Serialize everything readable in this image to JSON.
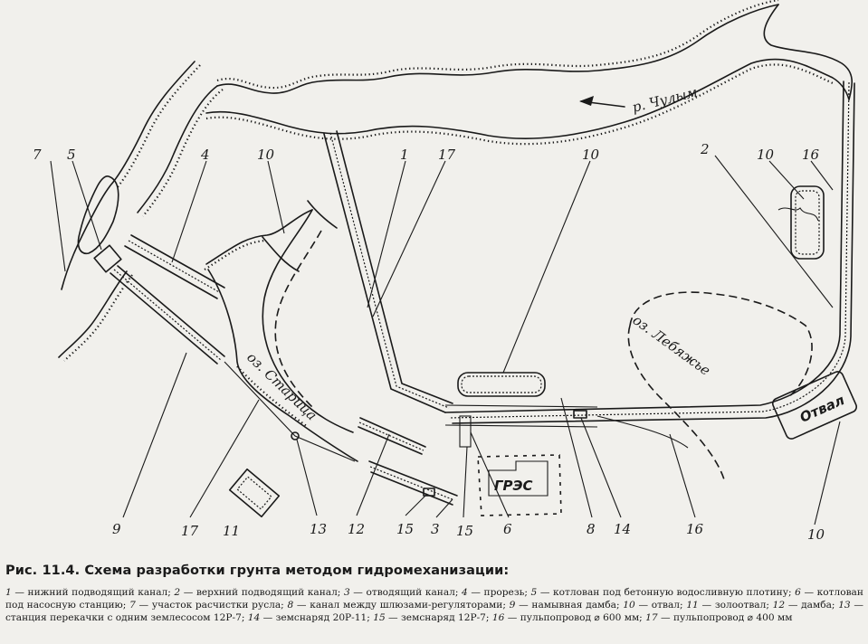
{
  "figure": {
    "labels": {
      "river": "р. Чулым",
      "lake_starica": "оз. Старица",
      "lake_lebyazhe": "оз. Лебяжье",
      "tpp": "ГРЭС",
      "spoil": "Отвал"
    },
    "callouts": {
      "n1": "1",
      "n2": "2",
      "n3": "3",
      "n4": "4",
      "n5": "5",
      "n6": "6",
      "n7": "7",
      "n8": "8",
      "n9": "9",
      "n10a": "10",
      "n10b": "10",
      "n10c": "10",
      "n10d": "10",
      "n11": "11",
      "n12": "12",
      "n13": "13",
      "n14": "14",
      "n15a": "15",
      "n15b": "15",
      "n16a": "16",
      "n16b": "16",
      "n17a": "17",
      "n17b": "17"
    }
  },
  "caption": {
    "prefix": "Рис. 11.4.",
    "text": "Схема разработки грунта методом гидромеханизации:"
  },
  "legend": [
    {
      "num": "1",
      "text": "нижний подводящий канал;"
    },
    {
      "num": "2",
      "text": "верхний подводящий канал;"
    },
    {
      "num": "3",
      "text": "отводящий канал;"
    },
    {
      "num": "4",
      "text": "прорезь;"
    },
    {
      "num": "5",
      "text": "котлован под бетонную водосливную плотину;"
    },
    {
      "num": "6",
      "text": "котлован под насосную станцию;"
    },
    {
      "num": "7",
      "text": "участок расчистки русла;"
    },
    {
      "num": "8",
      "text": "канал между шлюзами-регуляторами;"
    },
    {
      "num": "9",
      "text": "намывная дамба;"
    },
    {
      "num": "10",
      "text": "отвал;"
    },
    {
      "num": "11",
      "text": "золоотвал;"
    },
    {
      "num": "12",
      "text": "дамба;"
    },
    {
      "num": "13",
      "text": "станция перекачки с одним землесосом 12Р-7;"
    },
    {
      "num": "14",
      "text": "земснаряд 20Р-11;"
    },
    {
      "num": "15",
      "text": "земснаряд 12Р-7;"
    },
    {
      "num": "16",
      "text": "пульпопровод ⌀ 600 мм;"
    },
    {
      "num": "17",
      "text": "пульпопровод ⌀ 400 мм"
    }
  ]
}
